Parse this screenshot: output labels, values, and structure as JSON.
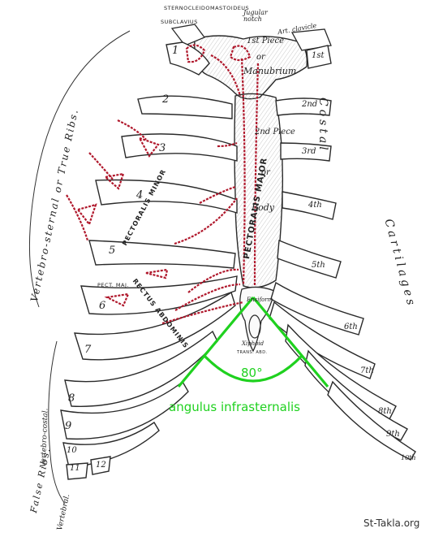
{
  "labels": {
    "sternocleidomastoideus": "STERNOCLEIDOMASTOIDEUS",
    "subclavius": "SUBCLAVIUS",
    "jugular_notch": "Jugular notch",
    "art_clavicle": "Art. clavicle",
    "first_piece": "1st Piece",
    "or1": "or",
    "manubrium": "Manubrium",
    "second_piece": "2nd Piece",
    "or2": "or",
    "body": "Body",
    "costal": "Costal",
    "cartilages": "Cartilages",
    "true_ribs": "Vertebro-sternal or True Ribs.",
    "false_ribs": "False Ribs.",
    "vertebro_costal": "Vertebro-costal.",
    "vertebral": "Vertebral.",
    "pectoralis_minor": "PECTORALIS MINOR",
    "pectoralis_major": "PECTORALIS MAJOR",
    "pect_maj": "PECT. MAJ.",
    "rectus_abdominis": "RECTUS ABDOMINIS",
    "ensiform": "Ensiform",
    "xiphoid": "Xiphoid",
    "trans_abd": "TRANS. ABD.",
    "angle_value": "80°",
    "angle_name": "angulus infrasternalis",
    "watermark": "St-Takla.org"
  },
  "rib_numbers": [
    "1",
    "2",
    "3",
    "4",
    "5",
    "6",
    "7",
    "8",
    "9",
    "10",
    "11",
    "12"
  ],
  "cartilage_numbers": [
    "1st",
    "2nd",
    "3rd",
    "4th",
    "5th",
    "6th",
    "7th",
    "8th",
    "9th",
    "10th"
  ],
  "colors": {
    "bone_outline": "#2a2a2a",
    "muscle_red": "#b0182c",
    "annotation_green": "#1fd11f",
    "background": "#ffffff"
  }
}
